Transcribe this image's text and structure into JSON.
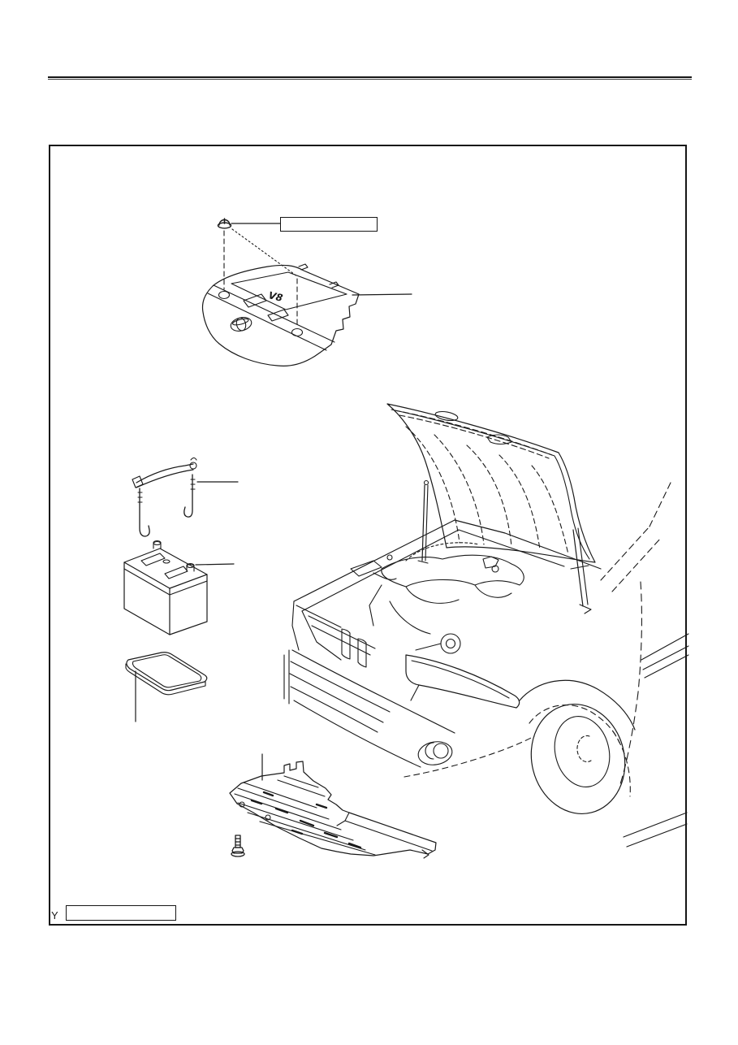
{
  "figure": {
    "corner_label": "Y",
    "engine_cover_badge": "V8",
    "callouts": [
      {
        "id": "cover-nut-callout",
        "text": ""
      },
      {
        "id": "figure-code-callout",
        "text": ""
      }
    ],
    "colors": {
      "background": "#ffffff",
      "line": "#1a1a1a",
      "frame": "#161616"
    },
    "parts": [
      {
        "name": "engine-cover-cap-nut-icon"
      },
      {
        "name": "engine-room-cover-icon"
      },
      {
        "name": "battery-hold-down-clamp-icon"
      },
      {
        "name": "battery-icon"
      },
      {
        "name": "battery-tray-icon"
      },
      {
        "name": "engine-under-cover-icon"
      },
      {
        "name": "under-cover-bolt-icon"
      },
      {
        "name": "vehicle-front-hood-open-icon"
      }
    ]
  }
}
